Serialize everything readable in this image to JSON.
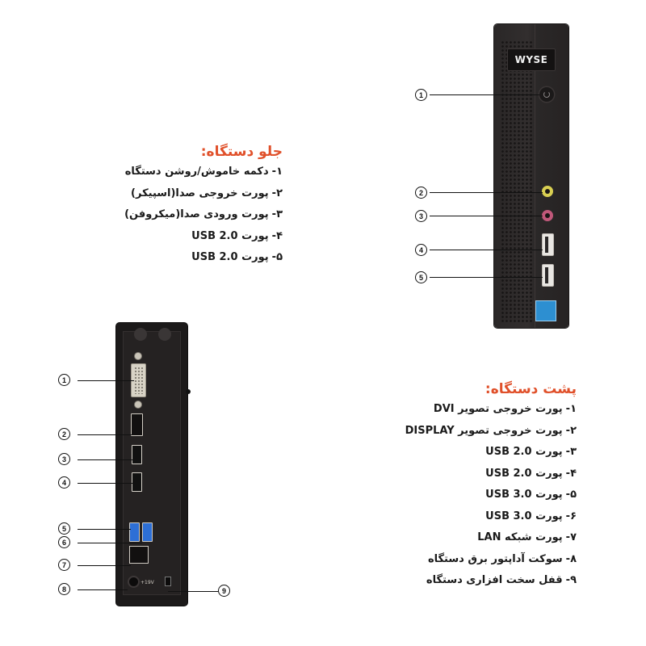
{
  "front_section": {
    "title": "جلو دستگاه:",
    "items": [
      {
        "num": "۱-",
        "label": "دکمه خاموش/روشن دستگاه"
      },
      {
        "num": "۲-",
        "label": "پورت خروجی صدا(اسپیکر)"
      },
      {
        "num": "۳-",
        "label": "پورت ورودی صدا(میکروفن)"
      },
      {
        "num": "۴-",
        "label": "پورت USB 2.0"
      },
      {
        "num": "۵-",
        "label": "پورت USB 2.0"
      }
    ]
  },
  "back_section": {
    "title": "پشت دستگاه:",
    "items": [
      {
        "num": "۱-",
        "label": "پورت خروجی تصویر DVI"
      },
      {
        "num": "۲-",
        "label": "پورت خروجی تصویر DISPLAY"
      },
      {
        "num": "۳-",
        "label": "پورت USB 2.0"
      },
      {
        "num": "۴-",
        "label": "پورت USB 2.0"
      },
      {
        "num": "۵-",
        "label": "پورت USB 3.0"
      },
      {
        "num": "۶-",
        "label": "پورت USB 3.0"
      },
      {
        "num": "۷-",
        "label": "پورت شبکه LAN"
      },
      {
        "num": "۸-",
        "label": "سوکت آداپتور برق دستگاه"
      },
      {
        "num": "۹-",
        "label": "قفل سخت افزاری دستگاه"
      }
    ]
  },
  "front_device": {
    "brand_logo": "WYSE",
    "badge": "energy-star",
    "callouts": [
      "1",
      "2",
      "3",
      "4",
      "5"
    ]
  },
  "back_device": {
    "callouts": [
      "1",
      "2",
      "3",
      "4",
      "5",
      "6",
      "7",
      "8",
      "9"
    ],
    "dc_label": "+19V"
  },
  "colors": {
    "heading": "#e0502a",
    "text": "#1a1a1a",
    "device_body": "#2b2828",
    "usb3_blue": "#2d6fd6",
    "background": "#ffffff"
  }
}
